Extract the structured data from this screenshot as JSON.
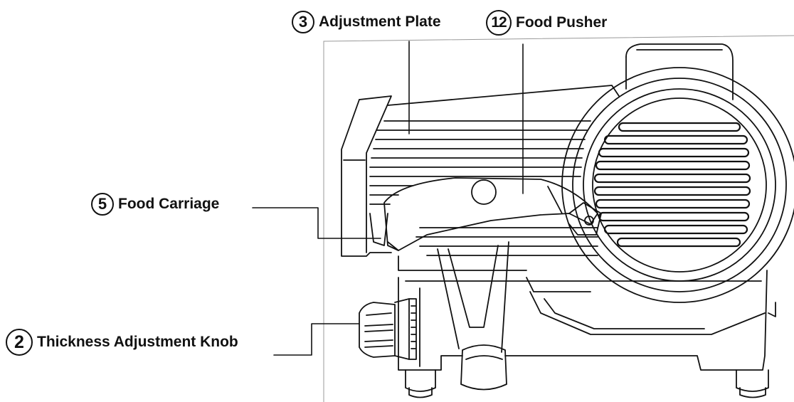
{
  "callouts": [
    {
      "id": "adjustment-plate",
      "number": "3",
      "text": "Adjustment Plate"
    },
    {
      "id": "food-pusher",
      "number": "12",
      "text": "Food Pusher"
    },
    {
      "id": "food-carriage",
      "number": "5",
      "text": "Food Carriage"
    },
    {
      "id": "thickness-adjustment-knob",
      "number": "2",
      "text": "Thickness Adjustment Knob"
    }
  ],
  "colors": {
    "line": "#111111",
    "background": "#ffffff"
  }
}
